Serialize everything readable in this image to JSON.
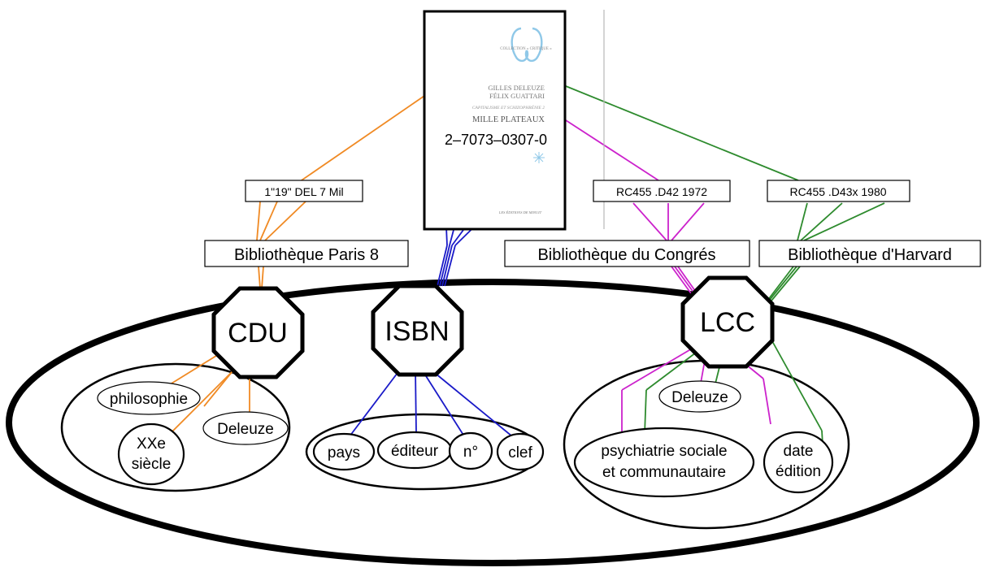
{
  "book_cover": {
    "collection": "COLLECTION « CRITIQUE »",
    "authors": [
      "GILLES DELEUZE",
      "FÉLIX GUATTARI"
    ],
    "series": "CAPITALISME ET SCHIZOPHRÉNIE 2",
    "title": "MILLE PLATEAUX",
    "isbn": "2–7073–0307-0",
    "publisher": "LES ÉDITIONS DE MINUIT"
  },
  "call_numbers": {
    "paris8": "1\"19\" DEL 7 Mil",
    "congres": "RC455 .D42 1972",
    "harvard": "RC455 .D43x 1980"
  },
  "libraries": {
    "paris8": "Bibliothèque Paris 8",
    "congres": "Bibliothèque du Congrés",
    "harvard": "Bibliothèque d'Harvard"
  },
  "systems": {
    "cdu": "CDU",
    "isbn": "ISBN",
    "lcc": "LCC"
  },
  "cdu_elements": {
    "philosophie": "philosophie",
    "deleuze": "Deleuze",
    "siecle_line1": "XXe",
    "siecle_line2": "siècle"
  },
  "isbn_elements": {
    "pays": "pays",
    "editeur": "éditeur",
    "numero": "n°",
    "clef": "clef"
  },
  "lcc_elements": {
    "deleuze": "Deleuze",
    "psych_line1": "psychiatrie sociale",
    "psych_line2": "et communautaire",
    "date_line1": "date",
    "date_line2": "édition"
  },
  "colors": {
    "paris8": "#f08a24",
    "isbn": "#1a1ac8",
    "congres": "#cc22cc",
    "harvard": "#2e8b2e",
    "cover_accent": "#8fc8e8"
  }
}
